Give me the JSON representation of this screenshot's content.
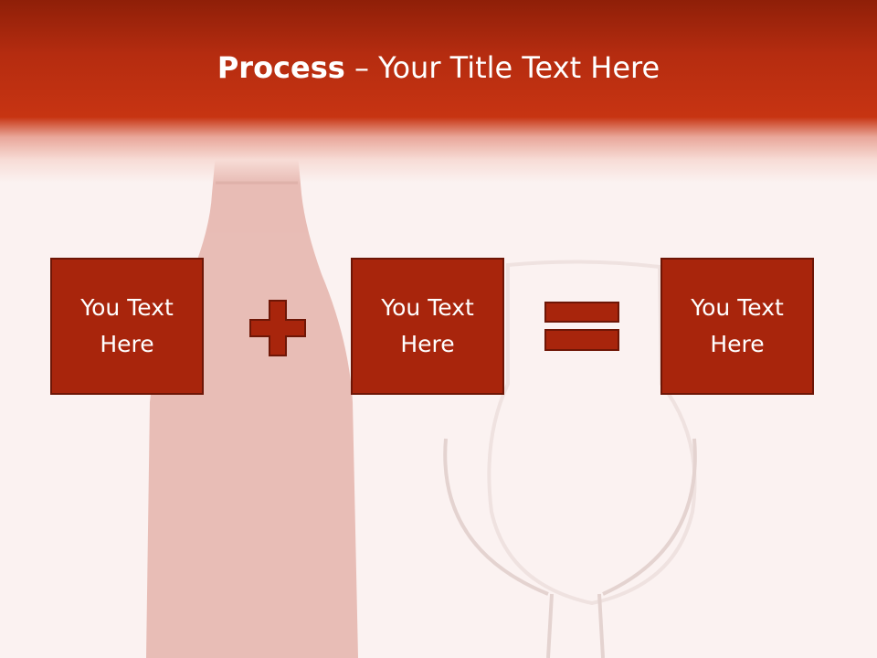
{
  "slide": {
    "title_bold": "Process",
    "title_rest": " – Your Title Text Here"
  },
  "process": {
    "box1_text": "You Text Here",
    "box2_text": "You Text Here",
    "box3_text": "You Text Here",
    "operator1_icon": "plus-icon",
    "operator2_icon": "equals-icon"
  },
  "colors": {
    "header": "#c73412",
    "box_fill": "#a8250c",
    "box_border": "#6e1606",
    "background": "#fbf2f1"
  }
}
